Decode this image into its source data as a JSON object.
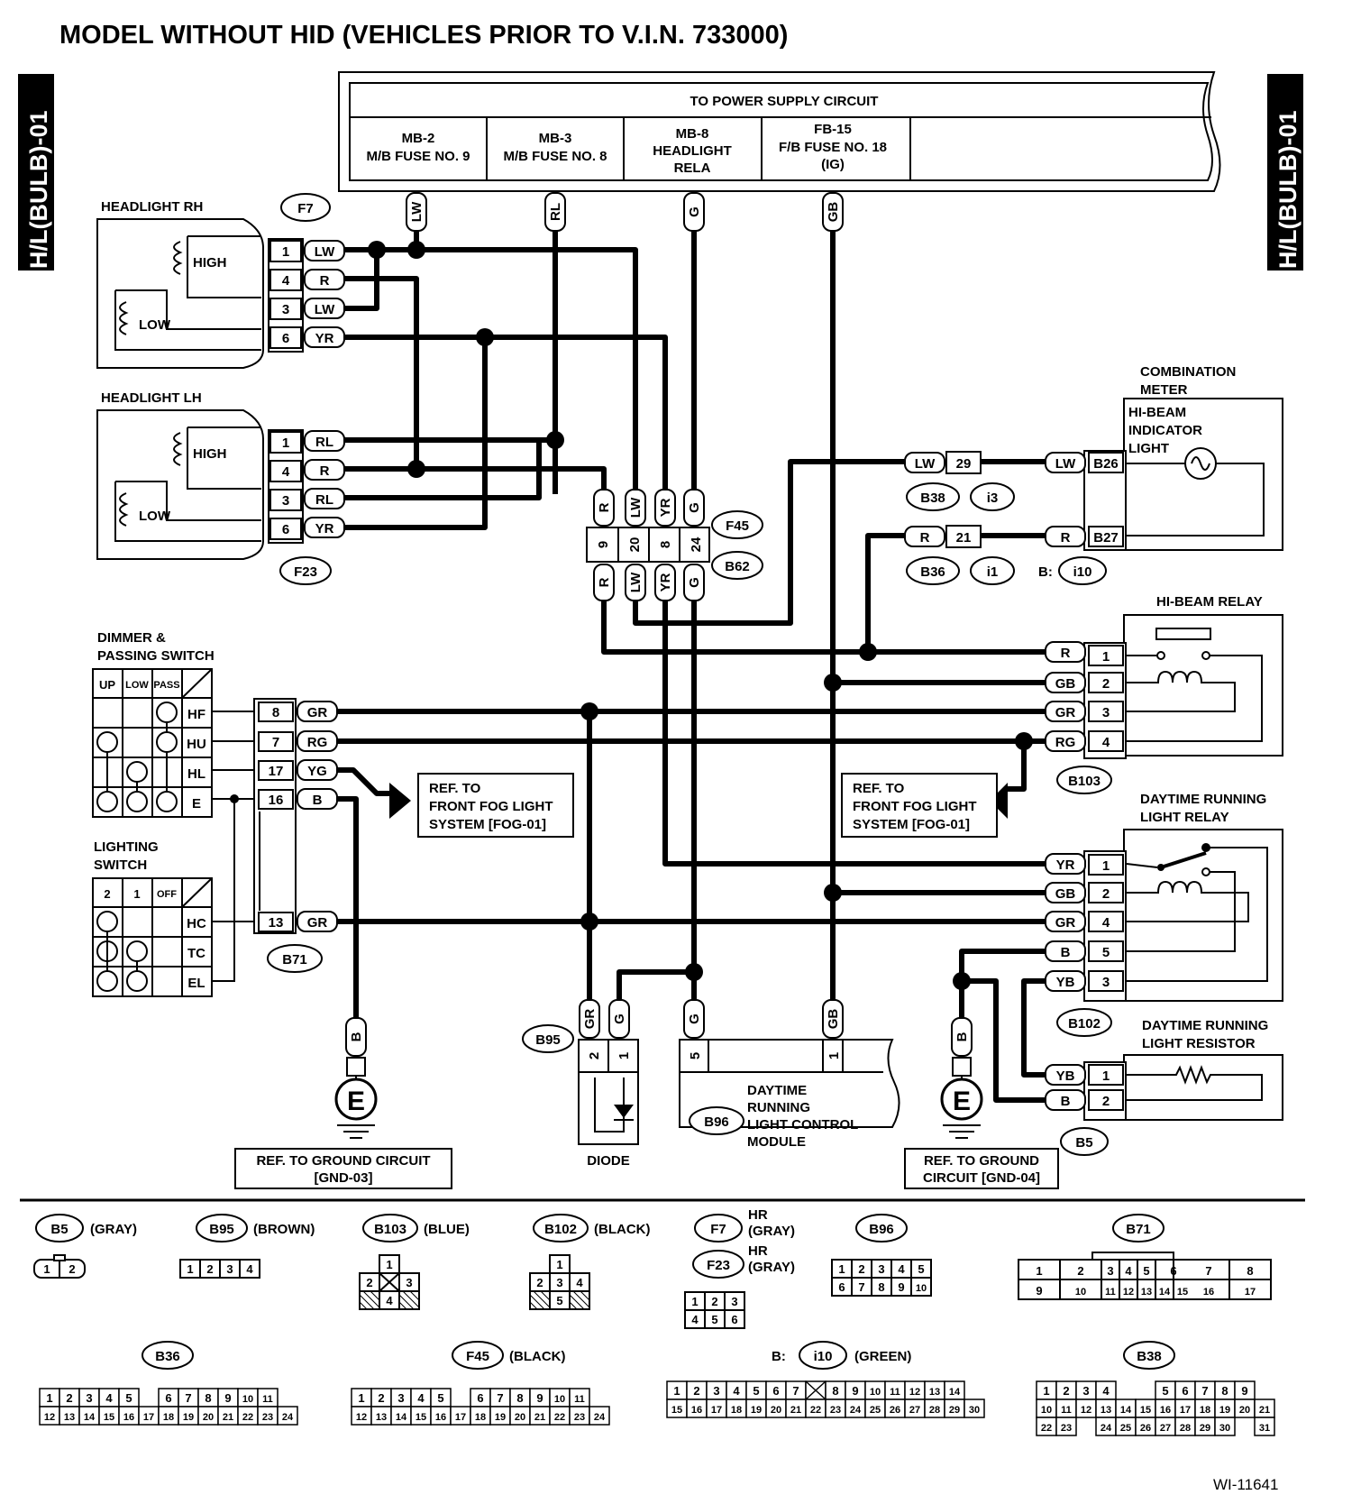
{
  "title": "MODEL WITHOUT HID (VEHICLES PRIOR TO V.I.N. 733000)",
  "side_tab": "H/L(BULB)-01",
  "power_supply": {
    "header": "TO POWER SUPPLY CIRCUIT",
    "fuses": [
      {
        "name": "MB-2",
        "desc": "M/B FUSE NO. 9"
      },
      {
        "name": "MB-3",
        "desc": "M/B FUSE NO. 8"
      },
      {
        "name": "MB-8",
        "desc": "HEADLIGHT",
        "desc2": "RELA"
      },
      {
        "name": "FB-15",
        "desc": "F/B FUSE NO. 18",
        "desc2": "(IG)"
      }
    ]
  },
  "components": {
    "headlight_rh": "HEADLIGHT RH",
    "headlight_lh": "HEADLIGHT LH",
    "high": "HIGH",
    "low": "LOW",
    "combination_meter": [
      "COMBINATION",
      "METER"
    ],
    "hi_beam_indicator": [
      "HI-BEAM",
      "INDICATOR",
      "LIGHT"
    ],
    "hi_beam_relay": "HI-BEAM RELAY",
    "dimmer_switch": [
      "DIMMER &",
      "PASSING SWITCH"
    ],
    "lighting_switch": [
      "LIGHTING",
      "SWITCH"
    ],
    "drl_relay": [
      "DAYTIME RUNNING",
      "LIGHT RELAY"
    ],
    "drl_resistor": [
      "DAYTIME RUNNING",
      "LIGHT RESISTOR"
    ],
    "drl_module": [
      "DAYTIME",
      "RUNNING",
      "LIGHT CONTROL",
      "MODULE"
    ],
    "diode": "DIODE"
  },
  "references": {
    "fog_left": [
      "REF. TO",
      "FRONT FOG LIGHT",
      "SYSTEM [FOG-01]"
    ],
    "fog_right": [
      "REF. TO",
      "FRONT FOG LIGHT",
      "SYSTEM [FOG-01]"
    ],
    "gnd_03": [
      "REF. TO GROUND CIRCUIT",
      "[GND-03]"
    ],
    "gnd_04": [
      "REF. TO GROUND",
      "CIRCUIT [GND-04]"
    ]
  },
  "connector_ids": {
    "F7": "F7",
    "F23": "F23",
    "F45": "F45",
    "B62": "B62",
    "B38": "B38",
    "i3": "i3",
    "B36": "B36",
    "i1": "i1",
    "i10": "i10",
    "b_prefix": "B:",
    "B103": "B103",
    "B102": "B102",
    "B71": "B71",
    "B95": "B95",
    "B96": "B96",
    "B5": "B5",
    "B26": "B26",
    "B27": "B27"
  },
  "wire_colors": {
    "LW": "LW",
    "RL": "RL",
    "G": "G",
    "GB": "GB",
    "R": "R",
    "YR": "YR",
    "GR": "GR",
    "RG": "RG",
    "YG": "YG",
    "B": "B",
    "YB": "YB"
  },
  "switch_labels": {
    "dimmer_cols": [
      "UP",
      "LOW",
      "PASS"
    ],
    "dimmer_rows": [
      "HF",
      "HU",
      "HL",
      "E"
    ],
    "lighting_cols": [
      "2",
      "1",
      "OFF"
    ],
    "lighting_rows": [
      "HC",
      "TC",
      "EL"
    ],
    "ground": "E"
  },
  "pin_numbers": {
    "f7": [
      "1",
      "4",
      "3",
      "6"
    ],
    "f23": [
      "1",
      "4",
      "3",
      "6"
    ],
    "f45": [
      "9",
      "20",
      "8",
      "24"
    ],
    "meter": [
      "29",
      "21"
    ],
    "hb_relay": [
      "1",
      "2",
      "3",
      "4"
    ],
    "b71": [
      "8",
      "7",
      "17",
      "16",
      "13"
    ],
    "drl_relay": [
      "1",
      "2",
      "4",
      "5",
      "3"
    ],
    "resistor": [
      "1",
      "2"
    ],
    "b95": [
      "2",
      "1"
    ],
    "b96": [
      "5",
      "1"
    ]
  },
  "legend": [
    {
      "id": "B5",
      "color": "(GRAY)"
    },
    {
      "id": "B95",
      "color": "(BROWN)"
    },
    {
      "id": "B103",
      "color": "(BLUE)"
    },
    {
      "id": "B102",
      "color": "(BLACK)"
    },
    {
      "id": "F7",
      "color": "(GRAY)",
      "note": "HR"
    },
    {
      "id": "F23",
      "color": "(GRAY)",
      "note": "HR"
    },
    {
      "id": "B96",
      "color": ""
    },
    {
      "id": "B71",
      "color": ""
    },
    {
      "id": "B36",
      "color": ""
    },
    {
      "id": "F45",
      "color": "(BLACK)"
    },
    {
      "id": "i10",
      "color": "(GREEN)",
      "prefix": "B:"
    },
    {
      "id": "B38",
      "color": ""
    }
  ],
  "figure_id": "WI-11641"
}
